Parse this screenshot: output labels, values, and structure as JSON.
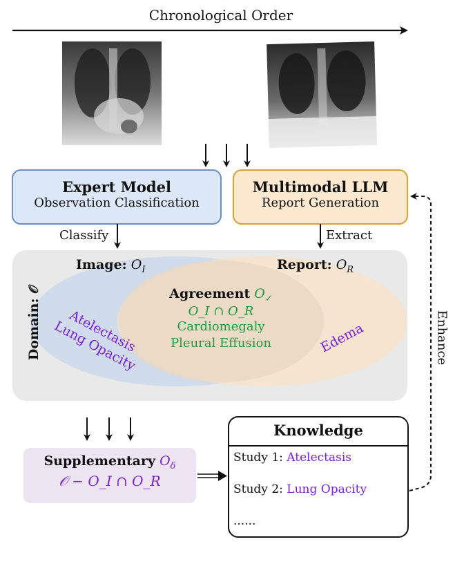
{
  "timeline": {
    "label": "Chronological Order"
  },
  "xrays": [
    {
      "icon": "chest-xray-1"
    },
    {
      "icon": "chest-xray-2"
    }
  ],
  "expert_model": {
    "title": "Expert Model",
    "subtitle": "Observation Classification",
    "arrow_label": "Classify",
    "fill": "#dce8f7",
    "stroke": "#6e8fbf"
  },
  "mllm": {
    "title": "Multimodal LLM",
    "subtitle": "Report Generation",
    "arrow_label": "Extract",
    "fill": "#fde9cf",
    "stroke": "#d9a13a"
  },
  "domain": {
    "label": "Domain: 𝒪",
    "image_set": {
      "label": "Image:",
      "symbol": "O",
      "sub": "I",
      "fill": "#c7d5ec"
    },
    "report_set": {
      "label": "Report:",
      "symbol": "O",
      "sub": "R",
      "fill": "#f7e2c7"
    },
    "agreement": {
      "label": "Agreement",
      "symbol": "O",
      "sub": "✓",
      "formula": "O_I ∩ O_R",
      "items": [
        "Cardiomegaly",
        "Pleural Effusion"
      ]
    },
    "image_only": [
      "Atelectasis",
      "Lung Opacity"
    ],
    "report_only": [
      "Edema"
    ]
  },
  "supplementary": {
    "label": "Supplementary",
    "symbol": "O",
    "sub": "δ",
    "formula": "𝒪 − O_I ∩ O_R",
    "fill": "#ece5f1"
  },
  "knowledge": {
    "title": "Knowledge",
    "studies": [
      {
        "prefix": "Study 1:",
        "finding": "Atelectasis"
      },
      {
        "prefix": "Study 2:",
        "finding": "Lung Opacity"
      }
    ],
    "ellipsis": "......"
  },
  "feedback": {
    "label": "Enhance"
  },
  "colors": {
    "purple": "#7a1fd6",
    "green": "#1f9a3e"
  }
}
